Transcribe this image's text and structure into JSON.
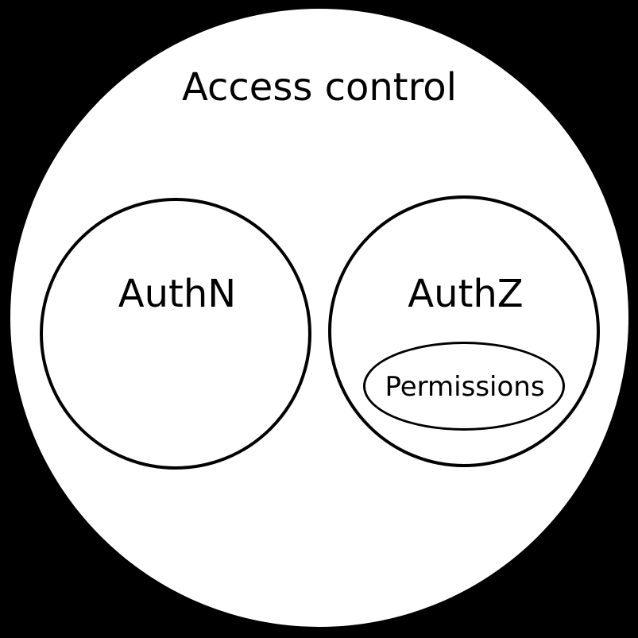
{
  "diagram": {
    "type": "euler-venn",
    "title": "Access control",
    "outer_set": {
      "label": "Access control"
    },
    "sets": [
      {
        "id": "authn",
        "label": "AuthN",
        "children": []
      },
      {
        "id": "authz",
        "label": "AuthZ",
        "children": [
          {
            "id": "permissions",
            "label": "Permissions"
          }
        ]
      }
    ],
    "colors": {
      "background": "#000000",
      "set_fill": "#ffffff",
      "set_stroke": "#000000",
      "text": "#000000"
    }
  }
}
